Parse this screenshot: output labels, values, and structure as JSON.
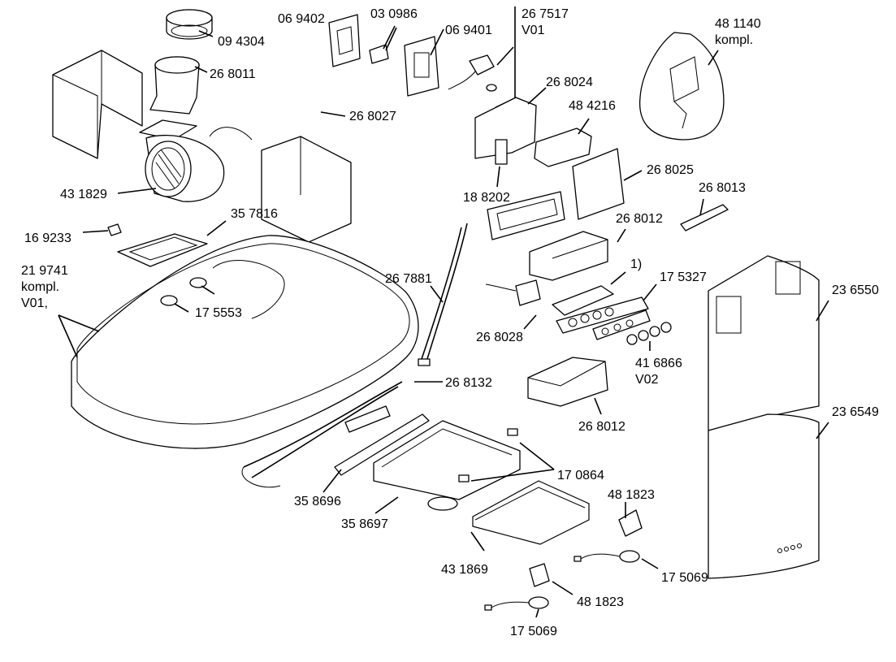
{
  "diagram": {
    "labels": {
      "l_094304": "09 4304",
      "l_268011": "26 8011",
      "l_069402": "06 9402",
      "l_030986": "03 0986",
      "l_069401": "06 9401",
      "l_267517": "26 7517",
      "l_v01_plug": "V01",
      "l_481140": "48 1140",
      "l_kompl_bag": "kompl.",
      "l_268024": "26 8024",
      "l_484216": "48 4216",
      "l_268027": "26 8027",
      "l_431829": "43 1829",
      "l_188202": "18 8202",
      "l_268025": "26 8025",
      "l_268013": "26 8013",
      "l_169233": "16 9233",
      "l_357816": "35 7816",
      "l_268012_top": "26 8012",
      "l_219741": "21 9741",
      "l_kompl_hood": "kompl.",
      "l_v01_hood": "V01,",
      "l_267881": "26 7881",
      "l_note1": "1)",
      "l_175327": "17 5327",
      "l_236550": "23 6550",
      "l_175553": "17 5553",
      "l_268028": "26 8028",
      "l_416866": "41 6866",
      "l_v02": "V02",
      "l_268132": "26 8132",
      "l_268012_bot": "26 8012",
      "l_236549": "23 6549",
      "l_170864": "17 0864",
      "l_358696": "35 8696",
      "l_481823_a": "48 1823",
      "l_358697": "35 8697",
      "l_431869": "43 1869",
      "l_175069_a": "17 5069",
      "l_481823_b": "48 1823",
      "l_175069_b": "17 5069"
    }
  }
}
